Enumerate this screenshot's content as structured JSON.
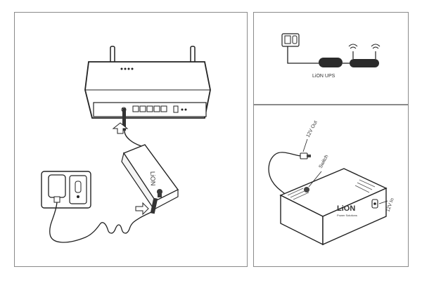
{
  "overview": {
    "ups_label": "LiON UPS"
  },
  "device": {
    "port_out_label": "12V Out",
    "switch_label": "Switch",
    "port_in_label": "12V In",
    "brand_logo": "LiON",
    "brand_tagline": "Power Solutions"
  },
  "main": {
    "ups_body_text": "LiON"
  },
  "colors": {
    "line": "#222222",
    "accent": "#3a3a3a",
    "panel_border": "#8a8a8a"
  }
}
